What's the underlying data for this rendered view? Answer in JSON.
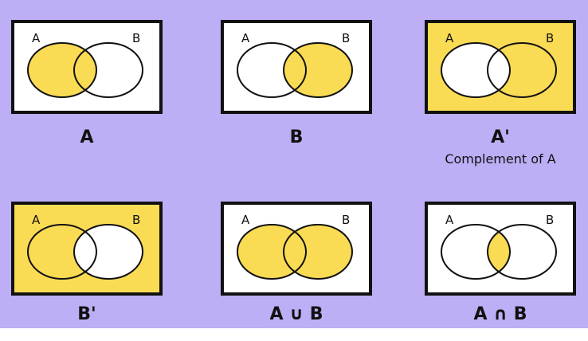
{
  "colors": {
    "background": "#bdaef5",
    "shade": "#fadb54",
    "empty": "#ffffff",
    "stroke": "#111111"
  },
  "diagrams": [
    {
      "id": "A",
      "label_left": "A",
      "label_right": "B",
      "caption": "A",
      "subcaption": "",
      "shade": "A"
    },
    {
      "id": "B",
      "label_left": "A",
      "label_right": "B",
      "caption": "B",
      "subcaption": "",
      "shade": "B"
    },
    {
      "id": "A-complement",
      "label_left": "A",
      "label_right": "B",
      "caption": "A'",
      "subcaption": "Complement of A",
      "shade": "notA"
    },
    {
      "id": "B-complement",
      "label_left": "A",
      "label_right": "B",
      "caption": "B'",
      "subcaption": "",
      "shade": "notB"
    },
    {
      "id": "A-union-B",
      "label_left": "A",
      "label_right": "B",
      "caption": "A ∪ B",
      "subcaption": "",
      "shade": "AorB"
    },
    {
      "id": "A-intersect-B",
      "label_left": "A",
      "label_right": "B",
      "caption": "A ∩ B",
      "subcaption": "",
      "shade": "AandB"
    }
  ]
}
